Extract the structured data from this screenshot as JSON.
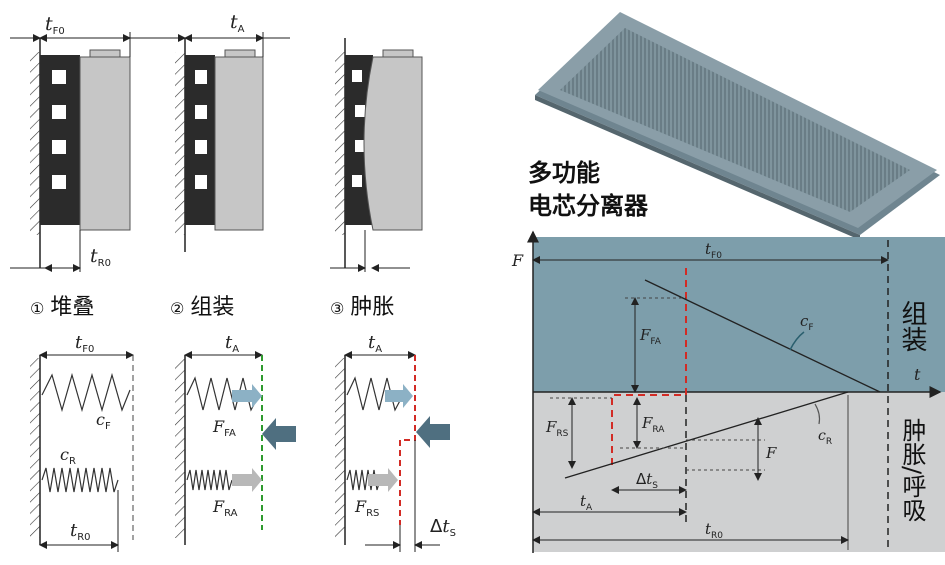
{
  "steps": {
    "s1": {
      "num": "①",
      "label": "堆叠"
    },
    "s2": {
      "num": "②",
      "label": "组装"
    },
    "s3": {
      "num": "③",
      "label": "肿胀"
    }
  },
  "dims": {
    "t": "t",
    "F0": "F0",
    "A": "A",
    "R0": "R0",
    "S": "S"
  },
  "symbols": {
    "c": "c",
    "F": "F",
    "FA": "FA",
    "RA": "RA",
    "RS": "RS",
    "R": "R",
    "delta": "Δ"
  },
  "graph": {
    "y_axis": "F",
    "x_axis": "t",
    "band_top": "组装",
    "band_bottom": "肿胀/呼吸"
  },
  "product": {
    "line1": "多功能",
    "line2": "电芯分离器"
  },
  "colors": {
    "graph_top": "#7d9eab",
    "graph_bottom": "#cfd0d1",
    "red": "#d22b25",
    "green": "#2e9a2e",
    "arrow_blue": "#8cb1c5",
    "arrow_dark": "#4f6f80"
  }
}
